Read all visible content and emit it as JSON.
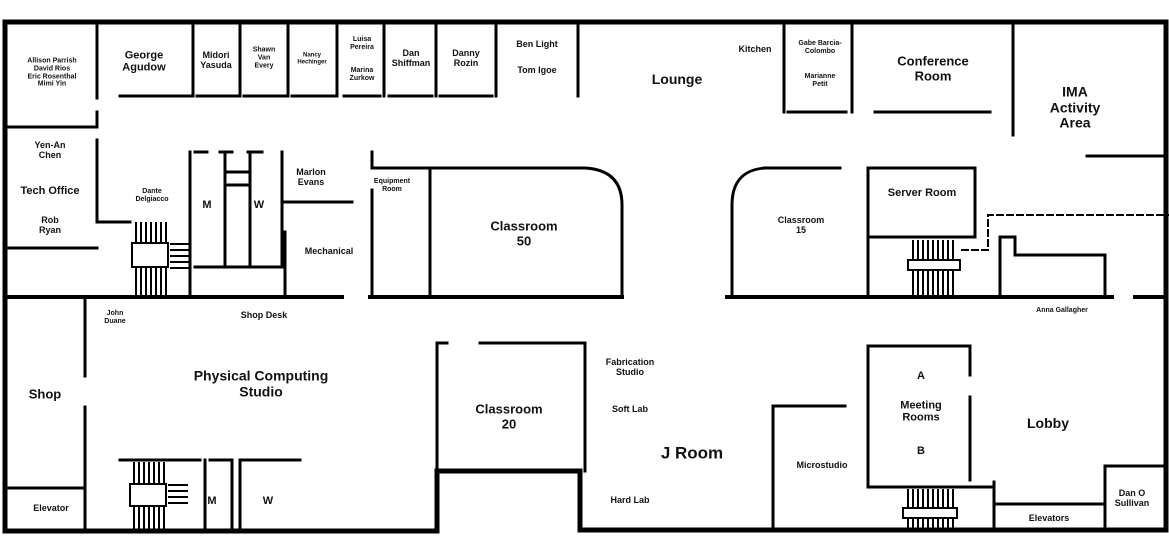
{
  "labels": {
    "allison_block": "Allison Parrish\nDavid Rios\nEric Rosenthal\nMimi Yin",
    "george": "George\nAgudow",
    "midori": "Midori\nYasuda",
    "shawn": "Shawn\nVan\nEvery",
    "nancy": "Nancy\nHechinger",
    "luisa": "Luisa\nPereira",
    "marina": "Marina\nZurkow",
    "dan_shiffman": "Dan\nShiffman",
    "danny": "Danny\nRozin",
    "ben_light": "Ben Light",
    "tom_igoe": "Tom Igoe",
    "lounge": "Lounge",
    "kitchen": "Kitchen",
    "gabe": "Gabe Barcia-\nColombo",
    "marianne": "Marianne\nPetit",
    "conference": "Conference\nRoom",
    "ima_activity": "IMA\nActivity\nArea",
    "yen_an": "Yen-An\nChen",
    "tech_office": "Tech Office",
    "rob": "Rob\nRyan",
    "dante": "Dante\nDelgiacco",
    "m_upper": "M",
    "w_upper": "W",
    "marlon": "Marlon\nEvans",
    "mechanical": "Mechanical",
    "equipment": "Equipment\nRoom",
    "classroom50": "Classroom\n50",
    "classroom15": "Classroom\n15",
    "server": "Server Room",
    "john": "John\nDuane",
    "shop_desk": "Shop Desk",
    "anna": "Anna Gallagher",
    "shop": "Shop",
    "physcomp": "Physical Computing\nStudio",
    "classroom20": "Classroom\n20",
    "fabrication": "Fabrication\nStudio",
    "soft_lab": "Soft Lab",
    "j_room": "J Room",
    "hard_lab": "Hard Lab",
    "microstudio": "Microstudio",
    "a": "A",
    "meeting": "Meeting\nRooms",
    "b": "B",
    "lobby": "Lobby",
    "elevator": "Elevator",
    "m_lower": "M",
    "w_lower": "W",
    "elevators": "Elevators",
    "dan_o": "Dan O\nSullivan"
  }
}
